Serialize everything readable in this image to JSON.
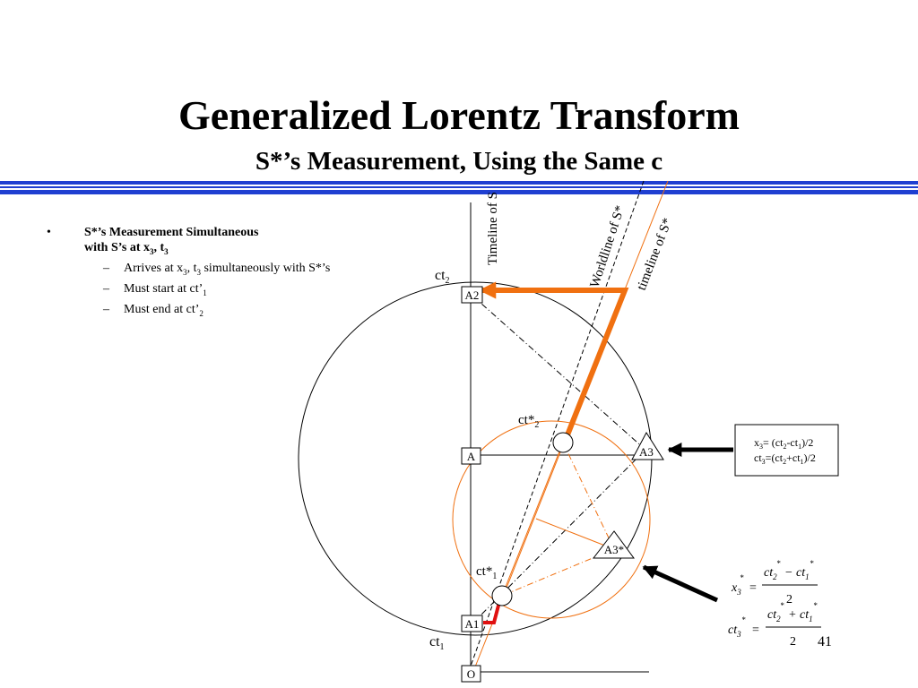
{
  "slide": {
    "title": "Generalized Lorentz Transform",
    "subtitle": "S*’s Measurement, Using the Same c",
    "page_number": "41"
  },
  "bullets": {
    "main_line1": "S*’s Measurement Simultaneous",
    "main_line2_prefix": "with S’s at x",
    "main_line2_sub1": "3",
    "main_line2_sep": ", t",
    "main_line2_sub2": "3",
    "items": [
      {
        "prefix": "Arrives at x",
        "sub1": "3",
        "mid": ", t",
        "sub2": "3",
        "suffix": " simultaneously with S*’s"
      },
      {
        "prefix": "Must start at ct’",
        "sub1": "1"
      },
      {
        "prefix": "Must end at ct’",
        "sub1": "2"
      }
    ]
  },
  "diagram": {
    "labels": {
      "timeline_s": "Timeline of S",
      "worldline_s_star": "Worldline of S*",
      "timeline_s_star": "timeline of S*",
      "ct2_base": "ct",
      "ct2_sub": "2",
      "ct1_base": "ct",
      "ct1_sub": "1",
      "cts2_base": "ct*",
      "cts2_sub": "2",
      "cts1_base": "ct*",
      "cts1_sub": "1",
      "node_a2": "A2",
      "node_a": "A",
      "node_a1": "A1",
      "node_o": "O",
      "node_a3": "A3",
      "node_a3s": "A3*"
    },
    "box": {
      "line1_a": "x",
      "line1_a_sub": "3",
      "line1_b": "= (ct",
      "line1_b_sub": "2",
      "line1_c": "-ct",
      "line1_c_sub": "1",
      "line1_d": ")/2",
      "line2_a": "ct",
      "line2_a_sub": "3",
      "line2_b": "=(ct",
      "line2_b_sub": "2",
      "line2_c": "+ct",
      "line2_c_sub": "1",
      "line2_d": ")/2"
    },
    "formula1": {
      "lhs": "x",
      "lhs_sub": "3",
      "lhs_sup": "*",
      "eq": "=",
      "num_a": "ct",
      "num_a_sub": "2",
      "num_a_sup": "*",
      "op": "−",
      "num_b": "ct",
      "num_b_sub": "1",
      "num_b_sup": "*",
      "den": "2"
    },
    "formula2": {
      "lhs": "ct",
      "lhs_sub": "3",
      "lhs_sup": "*",
      "eq": "=",
      "num_a": "ct",
      "num_a_sub": "2",
      "num_a_sup": "*",
      "op": "+",
      "num_b": "ct",
      "num_b_sub": "1",
      "num_b_sup": "*",
      "den": "2"
    },
    "colors": {
      "orange": "#f07010",
      "red": "#e01010",
      "blue": "#1f3fd1",
      "black": "#000000"
    }
  }
}
